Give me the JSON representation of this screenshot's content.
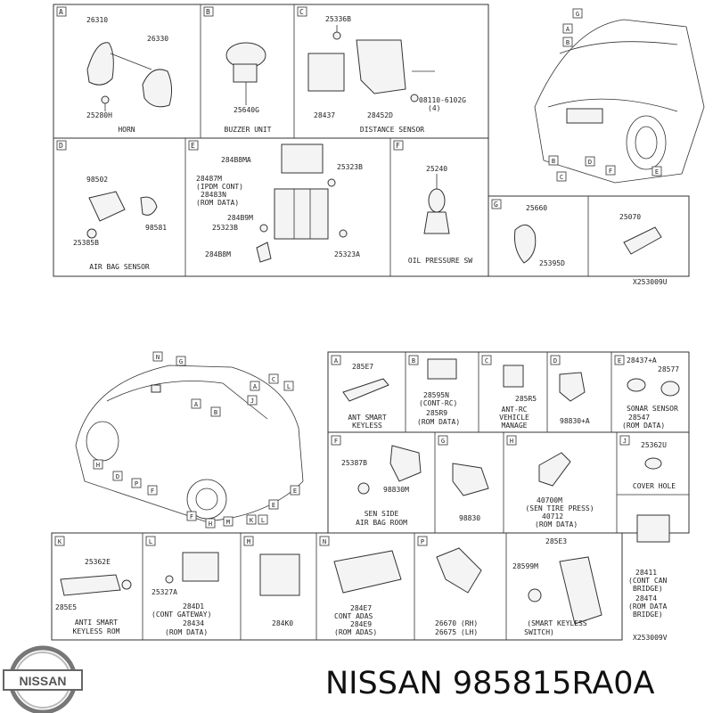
{
  "top": {
    "A": {
      "letter": "A",
      "labels": [
        "26310",
        "26330",
        "25280H",
        "HORN"
      ]
    },
    "B": {
      "letter": "B",
      "labels": [
        "25640G",
        "BUZZER UNIT"
      ]
    },
    "C": {
      "letter": "C",
      "labels": [
        "25336B",
        "08110-6102G",
        "(4)",
        "28437",
        "28452D",
        "DISTANCE SENSOR"
      ]
    },
    "D": {
      "letter": "D",
      "labels": [
        "98502",
        "25385B",
        "98581",
        "AIR BAG SENSOR"
      ]
    },
    "E": {
      "letter": "E",
      "labels": [
        "284B8MA",
        "28487M",
        "(IPDM CONT)",
        "28483N",
        "(ROM DATA)",
        "25323B",
        "284B9M",
        "25323B",
        "284B8M",
        "25323A"
      ]
    },
    "F": {
      "letter": "F",
      "labels": [
        "25240",
        "OIL PRESSURE SW"
      ]
    },
    "G": {
      "letter": "G",
      "labels": [
        "25660",
        "25395D",
        "25070"
      ]
    },
    "car_letters": [
      "G",
      "A",
      "B",
      "C",
      "D",
      "E",
      "F"
    ],
    "code": "X253009U"
  },
  "bottom": {
    "car_letters": [
      "N",
      "G",
      "C",
      "A",
      "L",
      "J",
      "B",
      "D",
      "H",
      "P",
      "F",
      "K",
      "E",
      "M",
      "L",
      "K",
      "E",
      "H",
      "D",
      "G"
    ],
    "A": {
      "letter": "A",
      "labels": [
        "285E7",
        "ANT SMART",
        "KEYLESS"
      ]
    },
    "B": {
      "letter": "B",
      "labels": [
        "28595N",
        "(CONT-RC)",
        "285R9",
        "(ROM DATA)"
      ]
    },
    "C": {
      "letter": "C",
      "labels": [
        "285R5",
        "ANT-RC",
        "VEHICLE",
        "MANAGE"
      ]
    },
    "D": {
      "letter": "D",
      "labels": [
        "98830+A"
      ]
    },
    "E": {
      "letter": "E",
      "labels": [
        "28437+A",
        "28577",
        "SONAR SENSOR",
        "28547",
        "(ROM DATA)"
      ]
    },
    "F": {
      "letter": "F",
      "labels": [
        "25387B",
        "98830M",
        "SEN SIDE",
        "AIR BAG ROOM"
      ]
    },
    "G": {
      "letter": "G",
      "labels": [
        "98830"
      ]
    },
    "H": {
      "letter": "H",
      "labels": [
        "40700M",
        "(SEN TIRE PRESS)",
        "40712",
        "(ROM DATA)"
      ]
    },
    "J": {
      "letter": "J",
      "labels": [
        "25362U",
        "COVER HOLE"
      ]
    },
    "K": {
      "letter": "K",
      "labels": [
        "25362E",
        "285E5",
        "ANTI SMART",
        "KEYLESS ROM"
      ]
    },
    "L": {
      "letter": "L",
      "labels": [
        "25327A",
        "284D1",
        "(CONT GATEWAY)",
        "28434",
        "(ROM DATA)"
      ]
    },
    "M": {
      "letter": "M",
      "labels": [
        "284K0"
      ]
    },
    "N": {
      "letter": "N",
      "labels": [
        "284E7",
        "CONT ADAS",
        "284E9",
        "(ROM ADAS)"
      ]
    },
    "P": {
      "letter": "P",
      "labels": [
        "26670 (RH)",
        "26675 (LH)"
      ]
    },
    "Q": {
      "letter": "",
      "labels": [
        "285E3",
        "28599M",
        "(SMART KEYLESS",
        "SWITCH)"
      ]
    },
    "R": {
      "letter": "",
      "labels": [
        "28411",
        "(CONT CAN",
        "BRIDGE)",
        "284T4",
        "(ROM DATA",
        "BRIDGE)"
      ]
    },
    "code": "X253009V"
  },
  "footer": {
    "logo": "NISSAN",
    "caption": "NISSAN 985815RA0A"
  }
}
